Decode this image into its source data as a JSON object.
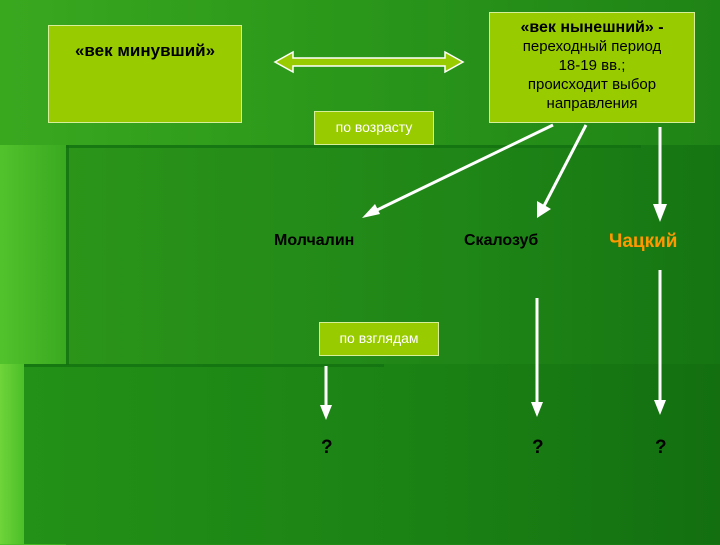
{
  "boxes": {
    "past_century": "«век минувший»",
    "present_century_title": "«век нынешний» -",
    "present_century_lines": [
      "переходный период",
      "18-19 вв.;",
      "происходит выбор",
      "направления"
    ]
  },
  "labels": {
    "by_age": "по возрасту",
    "by_views": "по взглядам"
  },
  "characters": {
    "molchalin": "Молчалин",
    "skalozub": "Скалозуб",
    "chatsky": "Чацкий"
  },
  "unknowns": [
    "?",
    "?",
    "?"
  ],
  "colors": {
    "box_fill": "#99cc00",
    "highlight_name": "#ff9900",
    "arrow": "#ffffff"
  }
}
